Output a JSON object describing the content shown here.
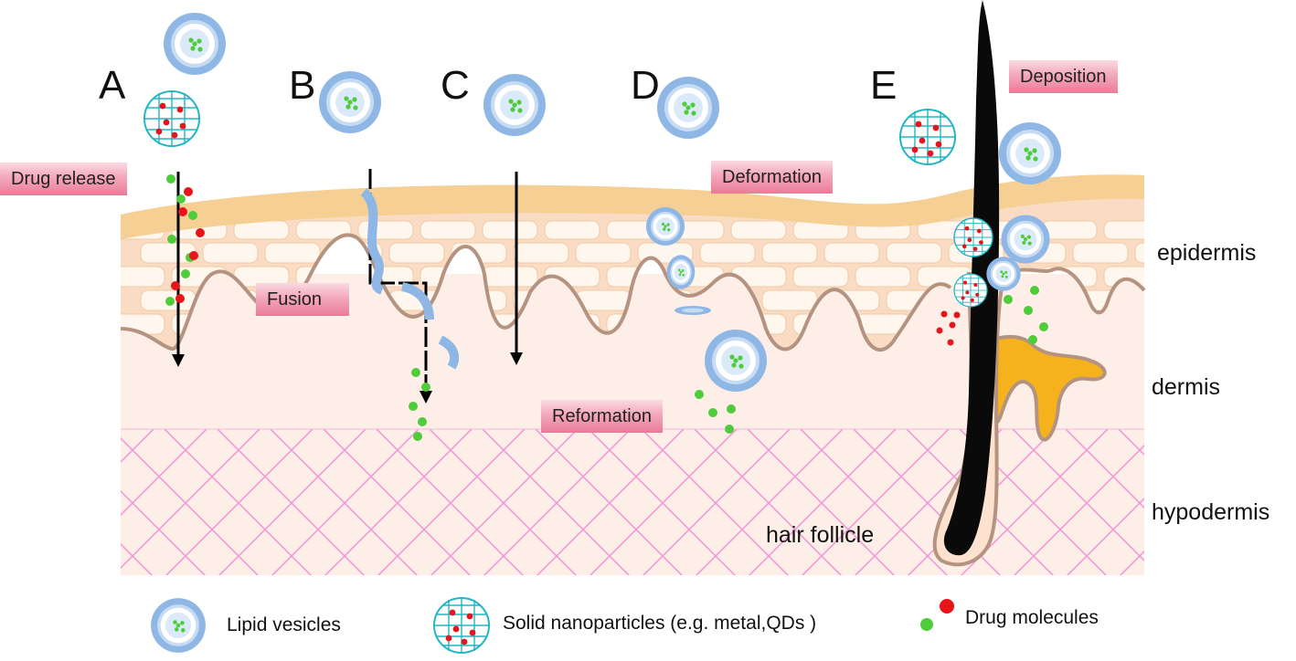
{
  "panels": [
    {
      "letter": "A",
      "mechanism": "Drug release"
    },
    {
      "letter": "B",
      "mechanism": "Fusion"
    },
    {
      "letter": "C",
      "mechanism": "Reformation"
    },
    {
      "letter": "D",
      "mechanism": "Deformation"
    },
    {
      "letter": "E",
      "mechanism": "Deposition"
    }
  ],
  "layers": {
    "epidermis": "epidermis",
    "dermis": "dermis",
    "hypodermis": "hypodermis",
    "hair_follicle": "hair follicle"
  },
  "legend": {
    "lipid_vesicles": "Lipid vesicles",
    "solid_nanoparticles": "Solid nanoparticles (e.g. metal,QDs )",
    "drug_molecules": "Drug molecules"
  },
  "colors": {
    "stratum_corneum": "#f5cf93",
    "epidermis": "#f9dcc3",
    "dermis": "#fdeee8",
    "hypodermis_mesh": "#f09ad8",
    "junction_line": "#b59381",
    "vesicle_shell": "#8fb7e6",
    "drug_green": "#4fcc3a",
    "drug_red": "#e8141c",
    "nanoparticle_grid": "#24b5c4",
    "gland": "#f6b21c",
    "label_pink": "#ea7b97"
  }
}
